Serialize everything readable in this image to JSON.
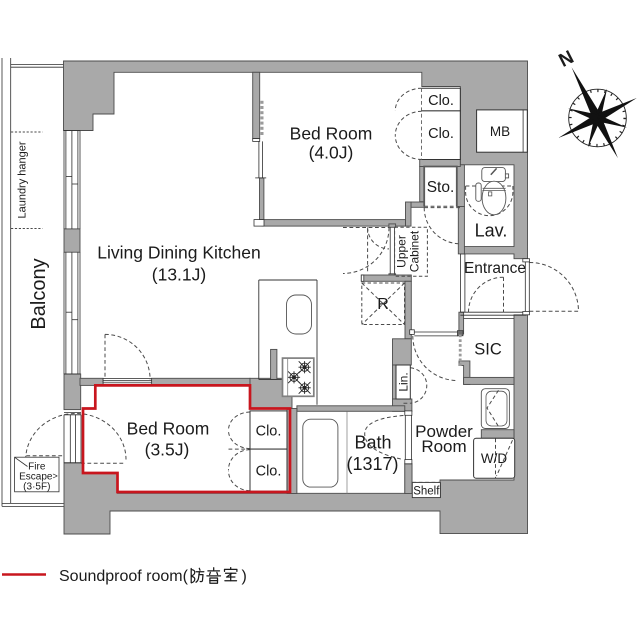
{
  "title": "Apartment floor plan (soundproof room)",
  "colors": {
    "wall_fill": "#a9a9a9",
    "wall_outline": "#4c4c4c",
    "line": "#333333",
    "soundproof_red": "#c8161e",
    "background": "#ffffff",
    "text": "#1b1b1b"
  },
  "rooms": {
    "ldk": {
      "name": "Living Dining Kitchen",
      "size": "(13.1J)"
    },
    "bedroom4": {
      "name": "Bed Room",
      "size": "(4.0J)"
    },
    "bedroom35": {
      "name": "Bed Room",
      "size": "(3.5J)"
    },
    "bath": {
      "name": "Bath",
      "size": "(1317)"
    },
    "powder": {
      "name_line1": "Powder",
      "name_line2": "Room"
    },
    "lavatory": {
      "name": "Lav."
    },
    "entrance": {
      "name": "Entrance"
    },
    "sic": {
      "name": "SIC"
    },
    "balcony": {
      "name": "Balcony"
    }
  },
  "features": {
    "closet": "Clo.",
    "storage": "Sto.",
    "meter_box": "MB",
    "washer_dryer": "W/D",
    "refrigerator": "R",
    "linen": "Lin.",
    "shelf": "Shelf",
    "upper_cabinet_line1": "Upper",
    "upper_cabinet_line2": "Cabinet",
    "laundry_hanger": "Laundry hanger",
    "fire_escape_line1": "Fire",
    "fire_escape_line2": "Escape",
    "fire_escape_arrow": ">",
    "fire_escape_line3": "(3·5F)"
  },
  "compass": {
    "north": "N"
  },
  "legend": {
    "label": "Soundproof room(防音室)",
    "label_latin": "Soundproof room(",
    "label_close": ")"
  }
}
